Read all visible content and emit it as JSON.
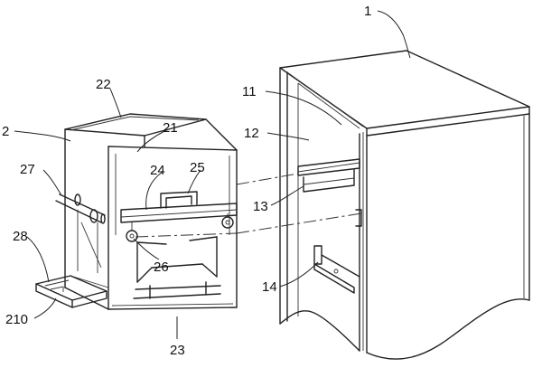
{
  "figure": {
    "reference_numerals": [
      {
        "id": "n1",
        "text": "1"
      },
      {
        "id": "n11",
        "text": "11"
      },
      {
        "id": "n12",
        "text": "12"
      },
      {
        "id": "n13",
        "text": "13"
      },
      {
        "id": "n14",
        "text": "14"
      },
      {
        "id": "n2",
        "text": "2"
      },
      {
        "id": "n21",
        "text": "21"
      },
      {
        "id": "n22",
        "text": "22"
      },
      {
        "id": "n23",
        "text": "23"
      },
      {
        "id": "n24",
        "text": "24"
      },
      {
        "id": "n25",
        "text": "25"
      },
      {
        "id": "n26",
        "text": "26"
      },
      {
        "id": "n27",
        "text": "27"
      },
      {
        "id": "n28",
        "text": "28"
      },
      {
        "id": "n210",
        "text": "210"
      }
    ]
  }
}
